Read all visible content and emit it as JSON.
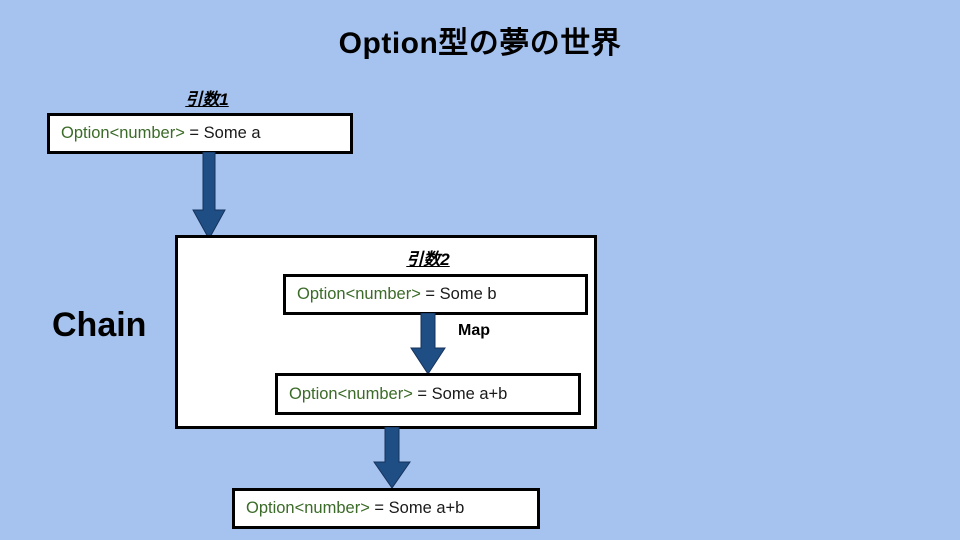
{
  "slide": {
    "title": "Option型の夢の世界",
    "background_color": "#a6c3f0",
    "chain_label": "Chain",
    "map_label": "Map",
    "arg1_label": "引数1",
    "arg2_label": "引数2",
    "accent_color": "#1f4e85",
    "generic_text_color": "#3b6b28",
    "value_text_color": "#1a1a1a",
    "box_border_color": "#000000",
    "box_fill_color": "#ffffff"
  },
  "boxes": {
    "arg1": {
      "generic": "Option<number>",
      "value": " = Some a"
    },
    "some_b": {
      "generic": "Option<number>",
      "value": " = Some b"
    },
    "some_ab_inner": {
      "generic": "Option<number>",
      "value": " = Some a+b"
    },
    "result": {
      "generic": "Option<number>",
      "value": " = Some a+b"
    }
  },
  "arrows": {
    "top": "down-arrow-icon",
    "map": "down-arrow-icon",
    "bottom": "down-arrow-icon"
  }
}
